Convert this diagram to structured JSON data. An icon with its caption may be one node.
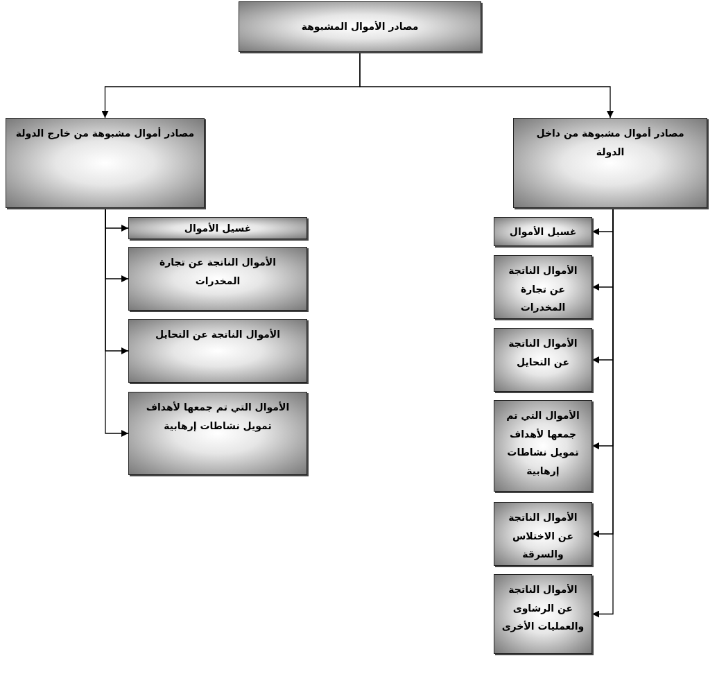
{
  "diagram": {
    "nodes": [
      {
        "text": [
          "مصادر الأموال المشبوهة"
        ]
      },
      {
        "text": [
          "مصادر أموال مشبوهة من داخل الدولة"
        ]
      },
      {
        "text": [
          "غسيل الأموال"
        ]
      },
      {
        "text": [
          "الأموال الناتجة عن تجارة المخدرات"
        ]
      },
      {
        "text": [
          "الأموال الناتجة عن التحايل"
        ]
      },
      {
        "text": [
          "الأموال التي تم جمعها لأهداف تمويل نشاطات إرهابية"
        ]
      },
      {
        "text": [
          "الأموال الناتجة عن الاختلاس والسرقة"
        ]
      },
      {
        "text": [
          "الأموال الناتجة عن الرشاوى والعمليات الأخرى"
        ]
      },
      {
        "text": [
          "مصادر أموال مشبوهة من خارج الدولة"
        ]
      },
      {
        "text": [
          "غسيل الأموال"
        ]
      },
      {
        "text": [
          "الأموال الناتجة عن تجارة المخدرات"
        ]
      },
      {
        "text": [
          "الأموال الناتجة عن التحايل"
        ]
      },
      {
        "text": [
          "الأموال التي تم جمعها لأهداف تمويل نشاطات إرهابية"
        ]
      }
    ],
    "edges": [
      {
        "from": 0,
        "to": 1,
        "arrow": "to"
      },
      {
        "from": 0,
        "to": 8,
        "arrow": "to"
      },
      {
        "from": 1,
        "to": 2,
        "arrow": "to"
      },
      {
        "from": 1,
        "to": 3,
        "arrow": "to"
      },
      {
        "from": 1,
        "to": 4,
        "arrow": "to"
      },
      {
        "from": 1,
        "to": 5,
        "arrow": "to"
      },
      {
        "from": 1,
        "to": 6,
        "arrow": "to"
      },
      {
        "from": 1,
        "to": 7,
        "arrow": "to"
      },
      {
        "from": 8,
        "to": 9,
        "arrow": "to"
      },
      {
        "from": 8,
        "to": 10,
        "arrow": "to"
      },
      {
        "from": 8,
        "to": 11,
        "arrow": "to"
      },
      {
        "from": 8,
        "to": 12,
        "arrow": "to"
      }
    ]
  }
}
